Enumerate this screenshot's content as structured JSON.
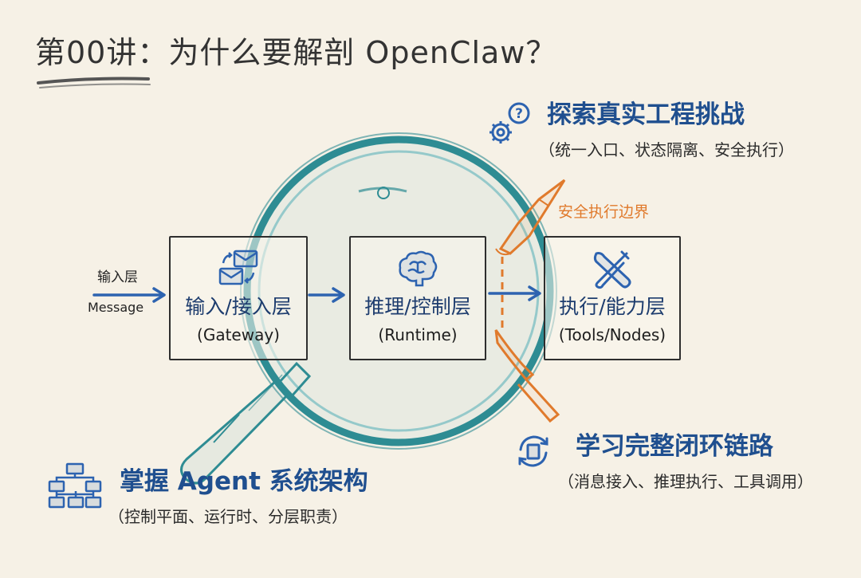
{
  "title": "第00讲：为什么要解剖 OpenClaw？",
  "sections": {
    "explore": {
      "title": "探索真实工程挑战",
      "subtitle": "（统一入口、状态隔离、安全执行）"
    },
    "architecture": {
      "title": "掌握 Agent 系统架构",
      "subtitle": "（控制平面、运行时、分层职责）"
    },
    "loop": {
      "title": "学习完整闭环链路",
      "subtitle": "（消息接入、推理执行、工具调用）"
    }
  },
  "input": {
    "label": "输入层",
    "message": "Message"
  },
  "boundary_label": "安全执行边界",
  "layers": [
    {
      "name": "输入/接入层",
      "en": "(Gateway)",
      "icon": "mail-exchange-icon"
    },
    {
      "name": "推理/控制层",
      "en": "(Runtime)",
      "icon": "brain-icon"
    },
    {
      "name": "执行/能力层",
      "en": "(Tools/Nodes)",
      "icon": "tools-icon"
    }
  ],
  "colors": {
    "background": "#f6f1e6",
    "blue": "#2d63b0",
    "teal": "#2e8c93",
    "orange": "#e07a2c",
    "ink": "#2e2e2e"
  }
}
